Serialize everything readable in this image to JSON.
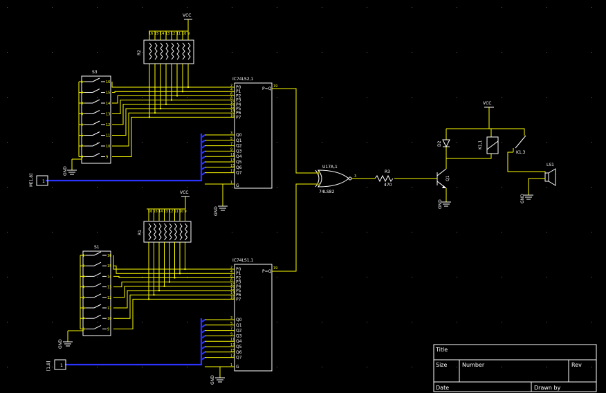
{
  "labels": {
    "vcc": "VCC",
    "gnd": "GND",
    "r1": "R1",
    "r2": "R2",
    "r3": "R3",
    "r3_value": "470",
    "s1": "S1",
    "s3": "S3",
    "ic_top": "IC74LS2,1",
    "ic_bottom": "IC74LS1,1",
    "gate": "U17A,1",
    "gate_part": "74LS82",
    "q1": "Q1",
    "d2": "D2",
    "relay_coil": "K1,1",
    "relay_contact": "K1,3",
    "speaker": "LS1",
    "in_top": "M[1,8]",
    "in_bottom": "[1,8]",
    "pin_peq": "P=Q"
  },
  "ic_pins_p": [
    "P0",
    "P1",
    "P2",
    "P3",
    "P4",
    "P5",
    "P6",
    "P7"
  ],
  "ic_pins_q": [
    "Q0",
    "Q1",
    "Q2",
    "Q3",
    "Q4",
    "Q5",
    "Q6",
    "Q7"
  ],
  "title_block": {
    "title": "Title",
    "size": "Size",
    "number": "Number",
    "rev": "Rev",
    "date": "Date",
    "drawn_by": "Drawn by"
  }
}
